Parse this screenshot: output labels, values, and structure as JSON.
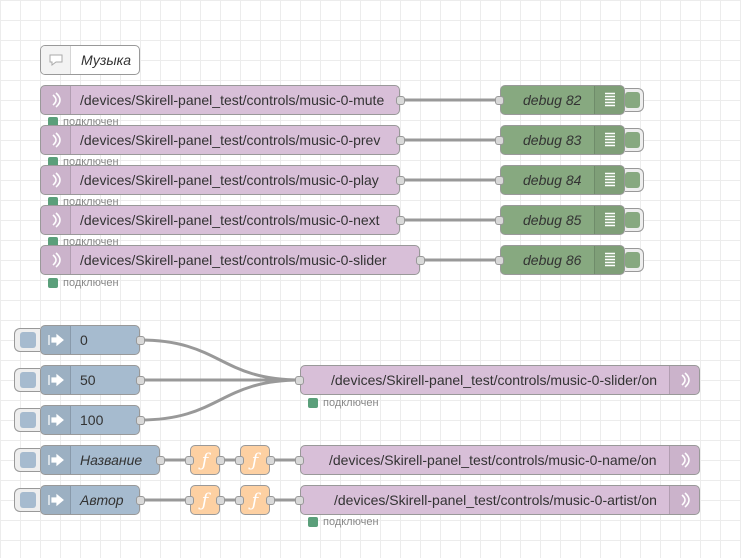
{
  "comment": {
    "label": "Музыка",
    "icon": "speech-bubble-icon"
  },
  "mqtt_in": [
    {
      "topic": "/devices/Skirell-panel_test/controls/music-0-mute",
      "status": "подключен"
    },
    {
      "topic": "/devices/Skirell-panel_test/controls/music-0-prev",
      "status": "подключен"
    },
    {
      "topic": "/devices/Skirell-panel_test/controls/music-0-play",
      "status": "подключен"
    },
    {
      "topic": "/devices/Skirell-panel_test/controls/music-0-next",
      "status": "подключен"
    },
    {
      "topic": "/devices/Skirell-panel_test/controls/music-0-slider",
      "status": "подключен"
    }
  ],
  "debug": [
    {
      "label": "debug 82"
    },
    {
      "label": "debug 83"
    },
    {
      "label": "debug 84"
    },
    {
      "label": "debug 85"
    },
    {
      "label": "debug 86"
    }
  ],
  "inject": [
    {
      "label": "0"
    },
    {
      "label": "50"
    },
    {
      "label": "100"
    },
    {
      "label": "Название"
    },
    {
      "label": "Автор"
    }
  ],
  "mqtt_out": [
    {
      "topic": "/devices/Skirell-panel_test/controls/music-0-slider/on",
      "status": "подключен"
    },
    {
      "topic": "/devices/Skirell-panel_test/controls/music-0-name/on"
    },
    {
      "topic": "/devices/Skirell-panel_test/controls/music-0-artist/on",
      "status": "подключен"
    }
  ],
  "function_icon": "ƒ",
  "colors": {
    "mqtt": "#d8bfd8",
    "inject": "#a6bbcf",
    "debug": "#87a980",
    "function": "#fdd0a2",
    "status_connected": "#5a9f7a",
    "wire": "#999999"
  }
}
